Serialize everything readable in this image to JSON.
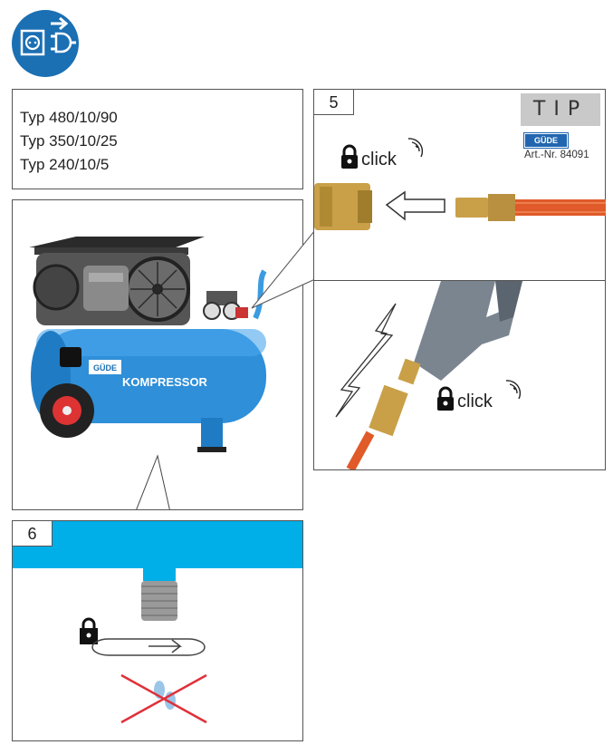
{
  "header": {
    "icon": "disconnect-plug-icon",
    "icon_color": "#1b6fb3"
  },
  "models": {
    "lines": [
      "Typ 480/10/90",
      "Typ 350/10/25",
      "Typ 240/10/5"
    ]
  },
  "step5": {
    "number": "5",
    "click_top": "click",
    "click_bottom": "click",
    "tip": {
      "label": "TIP",
      "brand": "GÜDE",
      "article": "Art.-Nr. 84091"
    }
  },
  "compressor": {
    "label": "KOMPRESSOR",
    "brand": "GÜDE",
    "tank_color": "#2f8fd8"
  },
  "step6": {
    "number": "6",
    "bar_color": "#00aee8"
  }
}
